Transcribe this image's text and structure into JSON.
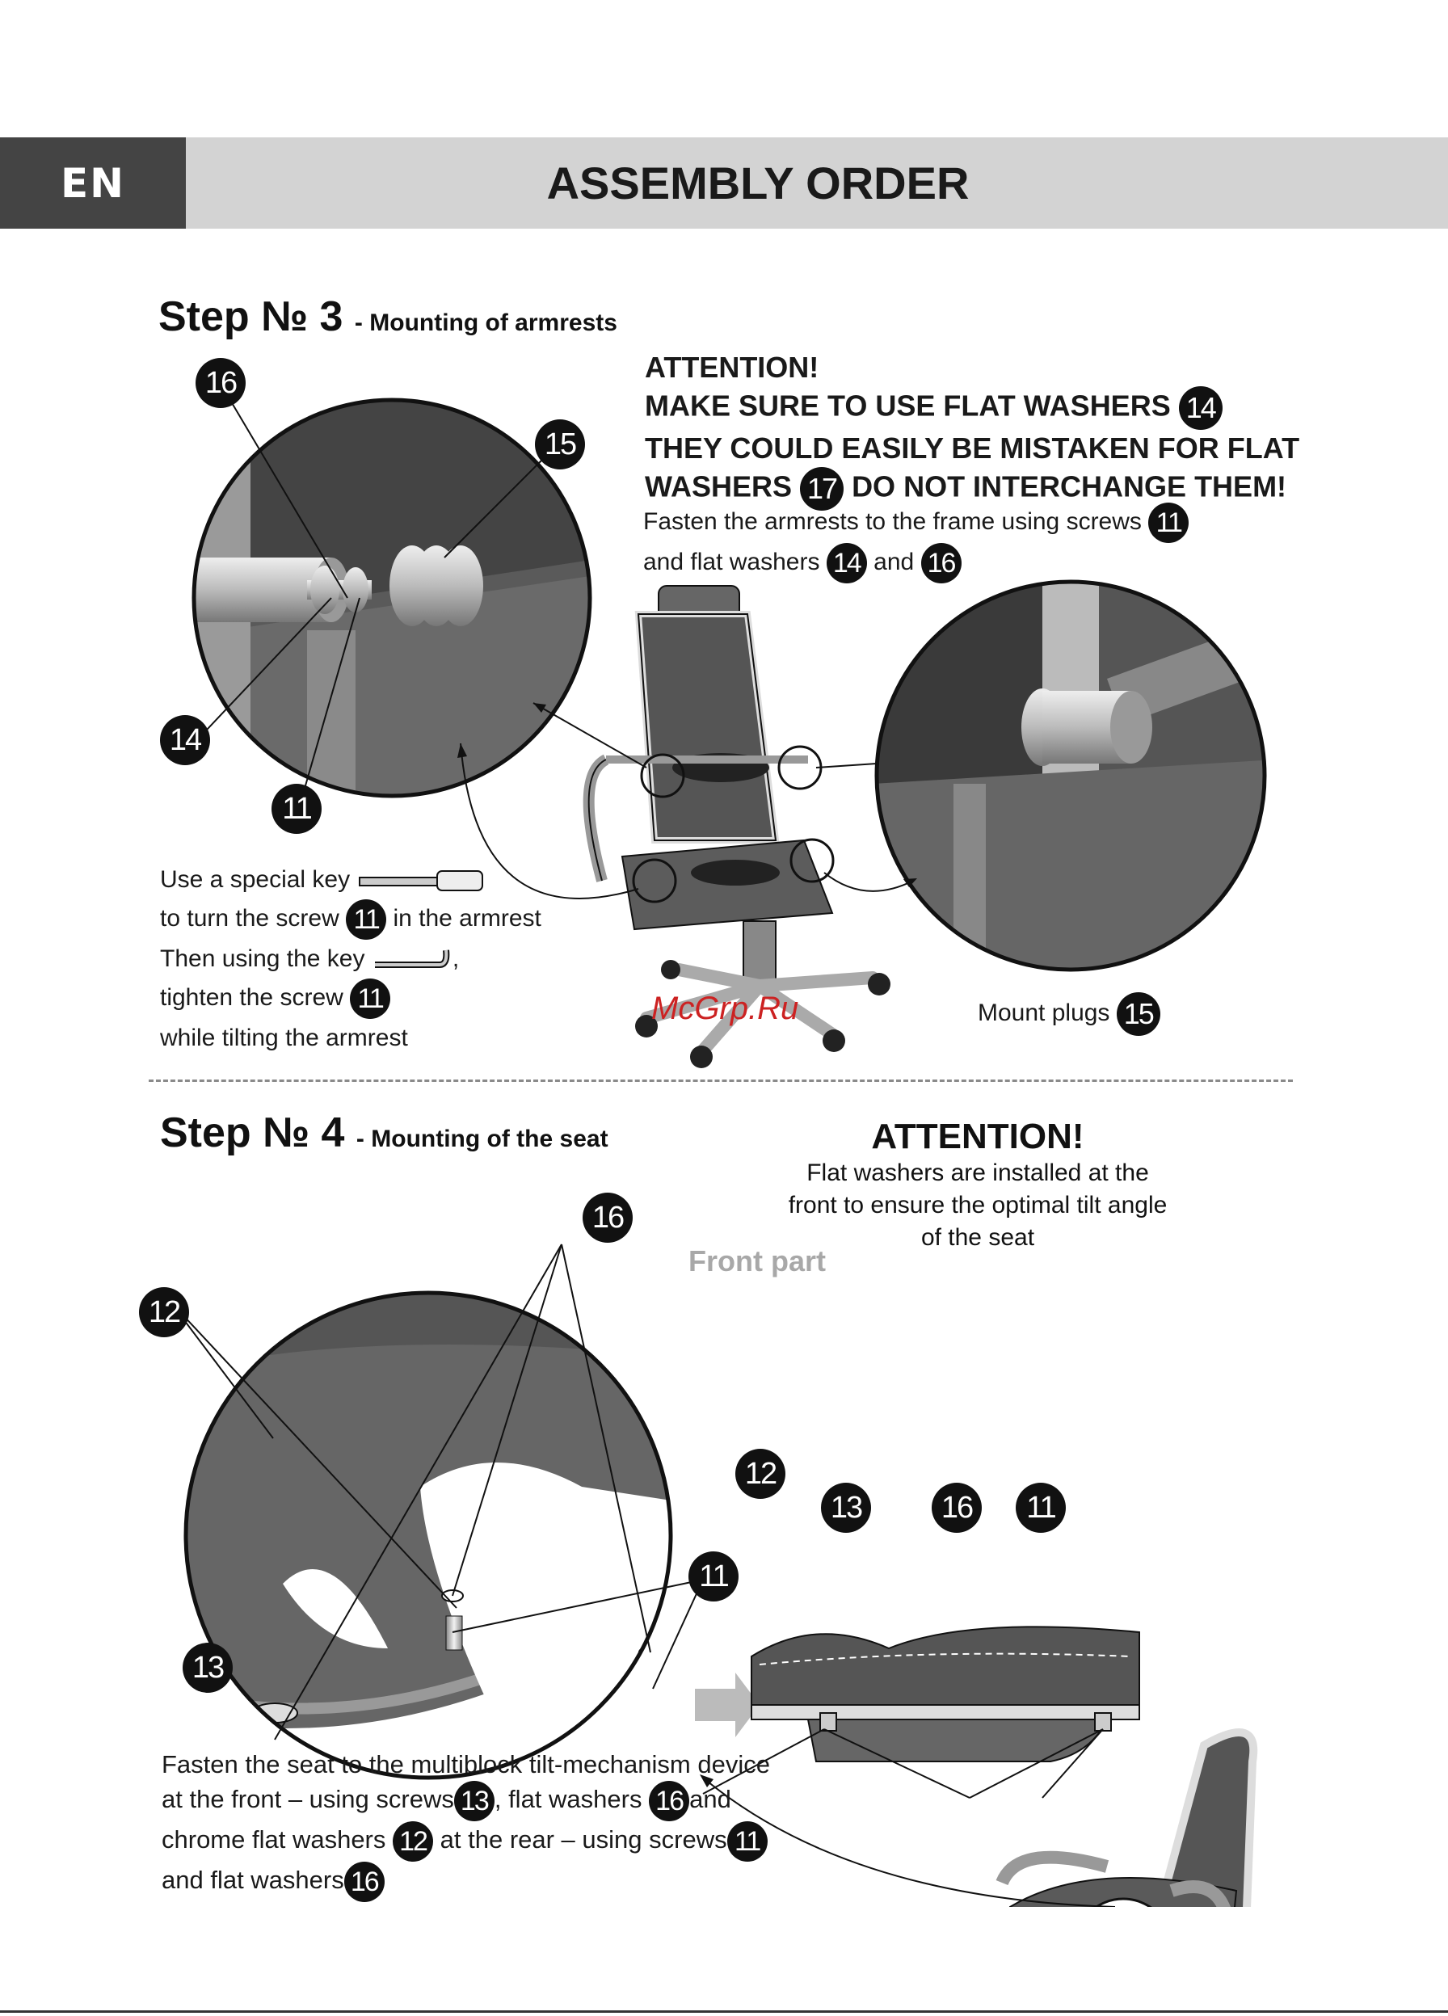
{
  "header": {
    "lang": "EN",
    "title": "ASSEMBLY ORDER"
  },
  "step3": {
    "title": "Step № 3",
    "subtitle": "- Mounting of armrests",
    "attention_lines": [
      "ATTENTION!",
      "MAKE SURE TO USE FLAT WASHERS",
      "THEY COULD EASILY BE MISTAKEN FOR FLAT",
      "WASHERS",
      "DO NOT INTERCHANGE THEM!"
    ],
    "fasten_line1": "Fasten the armrests to the frame using screws",
    "fasten_line2": "and flat washers",
    "fasten_and": "and",
    "key_lines": [
      "Use a special key",
      "to turn the screw",
      "in the armrest",
      "Then using the key",
      ",",
      "tighten the screw",
      "while tilting the armrest"
    ],
    "mount_plugs": "Mount plugs",
    "callouts": [
      "16",
      "15",
      "14",
      "11",
      "17"
    ],
    "watermark": "McGrp.Ru"
  },
  "step4": {
    "title": "Step № 4",
    "subtitle": "- Mounting of the seat",
    "attention_title": "ATTENTION!",
    "attention_lines": [
      "Flat washers are installed at the",
      "front to ensure the optimal tilt angle",
      "of the seat"
    ],
    "front_part": "Front part",
    "fasten_lines": [
      "Fasten the seat to the multiblock tilt-mechanism device",
      "at the front – using screws",
      ", flat washers",
      "and",
      "chrome flat washers",
      "at the rear – using screws",
      "and flat washers"
    ],
    "callouts": [
      "12",
      "13",
      "16",
      "11"
    ]
  },
  "colors": {
    "header_bg": "#d3d3d3",
    "lang_bg": "#444444",
    "callout_bg": "#111111",
    "dash": "#8a8a8a",
    "watermark": "#cc2222"
  }
}
